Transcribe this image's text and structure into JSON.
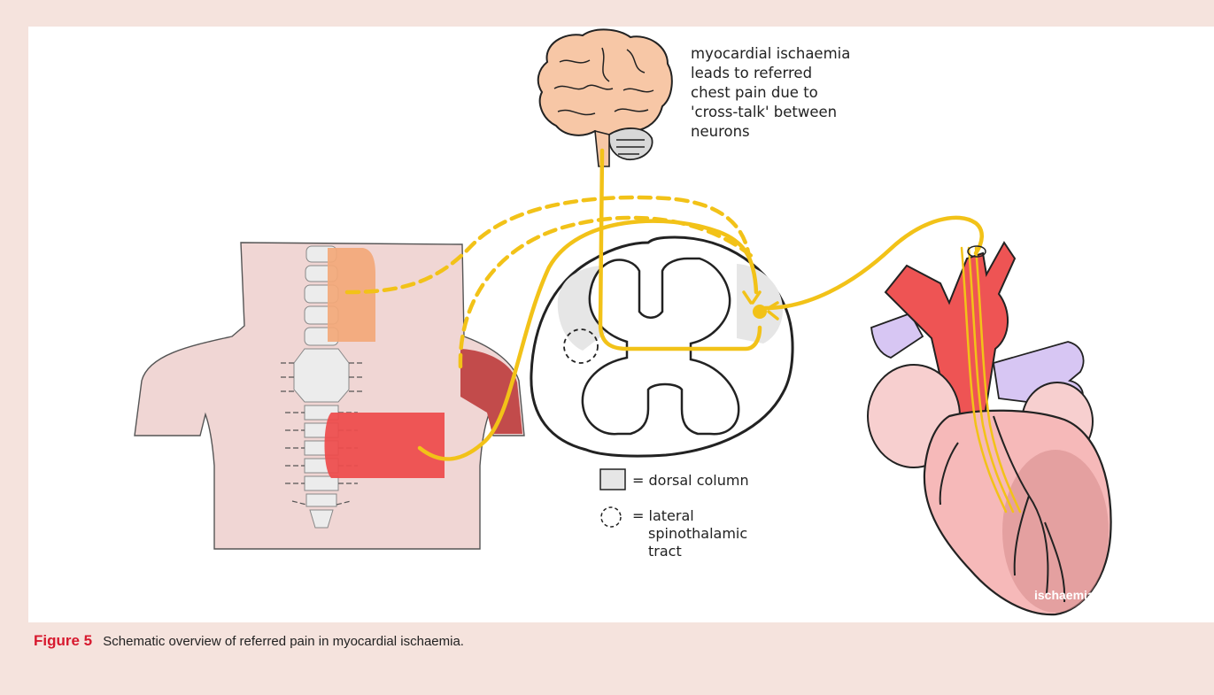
{
  "annotation": {
    "lines": [
      "myocardial ischaemia",
      "leads to referred",
      "chest pain due to",
      "'cross-talk' between",
      "neurons"
    ]
  },
  "legend": {
    "dorsal_column": "= dorsal column",
    "lateral_tract_lines": [
      "= lateral",
      "spinothalamic",
      "tract"
    ]
  },
  "heart": {
    "ischaemia_label": "ischaemia"
  },
  "caption": {
    "figure_label": "Figure 5",
    "text": "Schematic overview of referred pain in myocardial ischaemia."
  },
  "colors": {
    "background": "#f5e3dd",
    "caption_accent": "#d7192e",
    "nerve": "#f2c218",
    "skin": "#f0d6d4",
    "neck_referred": "#f3a878",
    "arm_referred": "#c24b4b",
    "chest_referred": "#ee4b4b",
    "heart": "#f6b9b9",
    "artery": "#ee5454",
    "vein": "#d7c6f3"
  }
}
